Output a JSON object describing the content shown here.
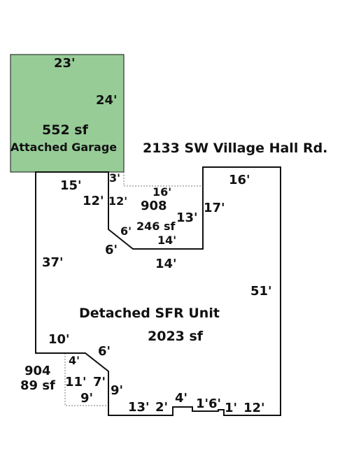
{
  "address": "2133 SW Village Hall Rd.",
  "colors": {
    "garage_fill": "#97cc97",
    "outline": "#111111",
    "dotted": "#777777"
  },
  "garage": {
    "name": "Attached Garage",
    "area": "552 sf",
    "dims": {
      "top": "23'",
      "side": "24'"
    }
  },
  "sfr": {
    "name": "Detached SFR Unit",
    "area": "2023 sf",
    "dims": {
      "top_left": "15'",
      "left": "37'",
      "top_right": "16'",
      "right": "51'",
      "bottom_right": "12'",
      "step_left": "10'",
      "diag_left": "6'",
      "left_lower": "9'",
      "bottom_a": "13'",
      "bottom_b": "2'",
      "bottom_c": "4'",
      "bottom_d": "1'",
      "bottom_e": "6'",
      "bottom_f": "1'",
      "notch_left": "12'",
      "notch_diag": "6'",
      "notch_bottom": "14'",
      "notch_right": "17'",
      "notch_small": "3'"
    }
  },
  "area_908": {
    "code": "908",
    "area": "246 sf",
    "dims": {
      "top": "16'",
      "left": "12'",
      "diag": "6'",
      "bottom": "14'",
      "right": "13'"
    }
  },
  "area_904": {
    "code": "904",
    "area": "89 sf",
    "dims": {
      "top": "4'",
      "left": "11'",
      "right": "7'",
      "bottom": "9'"
    }
  }
}
